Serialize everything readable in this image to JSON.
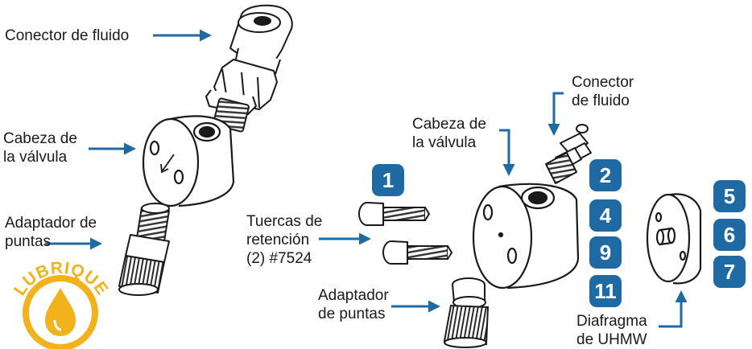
{
  "left_labels": {
    "fluid_connector": "Conector de fluido",
    "valve_head": [
      "Cabeza de",
      "la válvula"
    ],
    "tip_adapter": [
      "Adaptador de",
      "puntas"
    ]
  },
  "right_labels": {
    "fluid_connector": [
      "Conector",
      "de fluido"
    ],
    "valve_head": [
      "Cabeza de",
      "la válvula"
    ],
    "retaining_nuts": [
      "Tuercas de",
      "retención",
      "(2) #7524"
    ],
    "tip_adapter": [
      "Adaptador",
      "de puntas"
    ],
    "diaphragm": [
      "Diafragma",
      "de UHMW"
    ]
  },
  "badges": [
    "1",
    "2",
    "4",
    "9",
    "11",
    "5",
    "6",
    "7"
  ],
  "logo": {
    "text": "LUBRIQUE",
    "color": "#f2b21b"
  },
  "colors": {
    "arrow": "#1f6aa3",
    "badge": "#1f6aa3",
    "line": "#1a1a1a"
  }
}
